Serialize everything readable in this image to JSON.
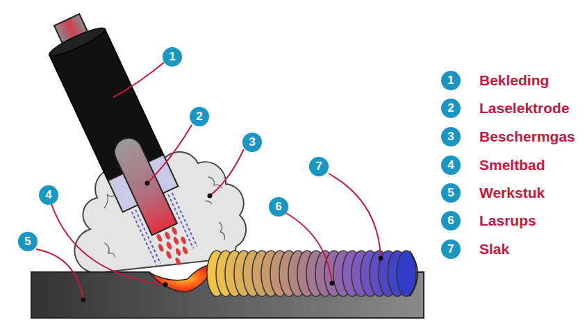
{
  "diagram": {
    "labels": [
      "1",
      "2",
      "3",
      "4",
      "5",
      "6",
      "7",
      "1",
      "2",
      "3",
      "4",
      "5",
      "6",
      "7",
      "Bekleding",
      "Laselektrode",
      "Beschermgas",
      "Smeltbad",
      "Werkstuk",
      "Lasrups",
      "Slak"
    ]
  }
}
